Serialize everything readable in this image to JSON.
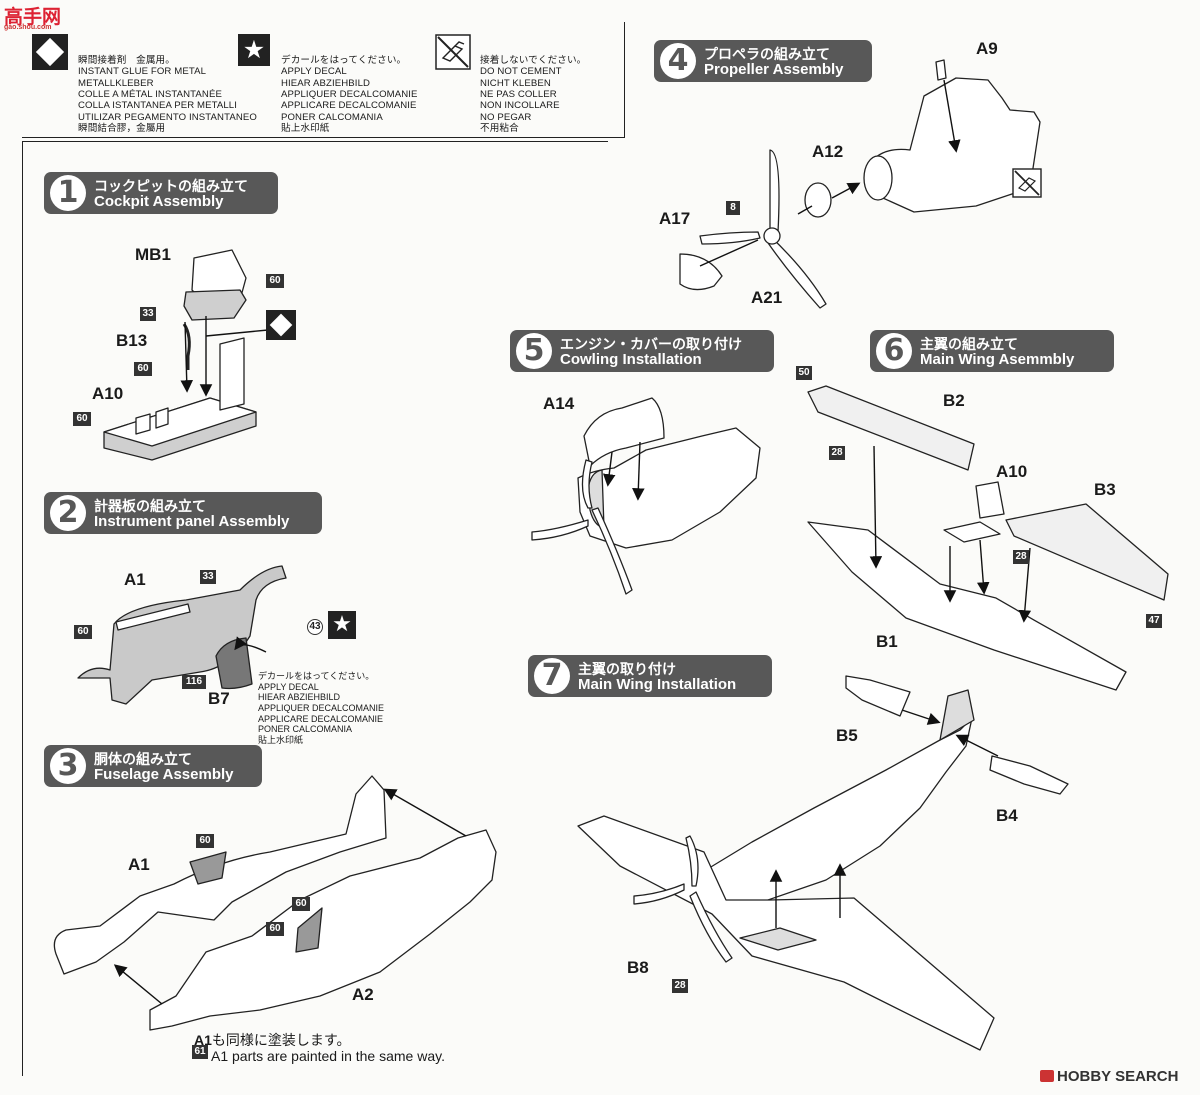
{
  "watermark": {
    "site_cn": "高手网",
    "site_url": "gao.shou.com",
    "brand": "HOBBY SEARCH"
  },
  "legend": {
    "glue": {
      "lines": [
        "瞬間接着剤　金属用。",
        "INSTANT GLUE FOR METAL",
        "METALLKLEBER",
        "COLLE A MÉTAL INSTANTANÉE",
        "COLLA ISTANTANEA PER METALLI",
        "UTILIZAR PEGAMENTO INSTANTANEO",
        "瞬間結合膠，金屬用"
      ]
    },
    "decal": {
      "lines": [
        "デカールをはってください。",
        "APPLY DECAL",
        "HIEAR ABZIEHBILD",
        "APPLIQUER DECALCOMANIE",
        "APPLICARE DECALCOMANIE",
        "PONER CALCOMANIA",
        "貼上水印紙"
      ]
    },
    "no_cement": {
      "lines": [
        "接着しないでください。",
        "DO NOT CEMENT",
        "NICHT KLEBEN",
        "NE PAS COLLER",
        "NON INCOLLARE",
        "NO PEGAR",
        "不用粘合"
      ]
    }
  },
  "steps": [
    {
      "num": "1",
      "jp": "コックピットの組み立て",
      "en": "Cockpit Assembly"
    },
    {
      "num": "2",
      "jp": "計器板の組み立て",
      "en": "Instrument panel Assembly"
    },
    {
      "num": "3",
      "jp": "胴体の組み立て",
      "en": "Fuselage Assembly"
    },
    {
      "num": "4",
      "jp": "プロペラの組み立て",
      "en": "Propeller Assembly"
    },
    {
      "num": "5",
      "jp": "エンジン・カバーの取り付け",
      "en": "Cowling Installation"
    },
    {
      "num": "6",
      "jp": "主翼の組み立て",
      "en": "Main Wing Asemmbly"
    },
    {
      "num": "7",
      "jp": "主翼の取り付け",
      "en": "Main Wing Installation"
    }
  ],
  "parts": {
    "mb1": "MB1",
    "b13": "B13",
    "a10": "A10",
    "a1": "A1",
    "b7": "B7",
    "a2": "A2",
    "a9": "A9",
    "a12": "A12",
    "a17": "A17",
    "a21": "A21",
    "a14": "A14",
    "b2": "B2",
    "b3": "B3",
    "b1": "B1",
    "b5": "B5",
    "b4": "B4",
    "b8": "B8"
  },
  "colors": {
    "c60": "60",
    "c33": "33",
    "c116": "116",
    "c43": "43",
    "c8": "8",
    "c50": "50",
    "c28": "28",
    "c47": "47",
    "c61": "61"
  },
  "decal_note_lines": [
    "デカールをはってください。",
    "APPLY DECAL",
    "HIEAR ABZIEHBILD",
    "APPLIQUER DECALCOMANIE",
    "APPLICARE DECALCOMANIE",
    "PONER CALCOMANIA",
    "貼上水印紙"
  ],
  "fuselage_note": {
    "jp": "も同様に塗装します。",
    "en": "A1 parts are painted in the same way."
  },
  "icons": {
    "glue": "diamond-glue-icon",
    "decal": "star-decal-icon",
    "no_cement": "no-cement-icon"
  }
}
